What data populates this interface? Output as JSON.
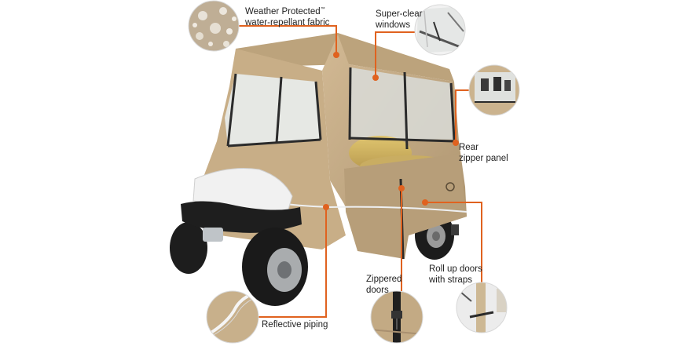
{
  "colors": {
    "accent_line": "#e0621f",
    "cover_tan": "#c2a883",
    "cover_shadow": "#a88f6c",
    "text": "#222222"
  },
  "callouts": {
    "fabric": {
      "line1": "Weather Protected",
      "trademark": "™",
      "line2": "water-repellant fabric"
    },
    "windows": {
      "line1": "Super-clear",
      "line2": "windows"
    },
    "rear": {
      "line1": "Rear",
      "line2": "zipper panel"
    },
    "doors": {
      "line1": "Zippered",
      "line2": "doors"
    },
    "rollup": {
      "line1": "Roll up doors",
      "line2": "with straps"
    },
    "piping": {
      "line1": "Reflective piping"
    }
  },
  "icons": {
    "fabric": "water-droplets-icon",
    "windows": "clear-window-icon",
    "rear": "rear-panel-icon",
    "doors": "zipper-icon",
    "rollup": "strap-icon",
    "piping": "piping-icon"
  }
}
